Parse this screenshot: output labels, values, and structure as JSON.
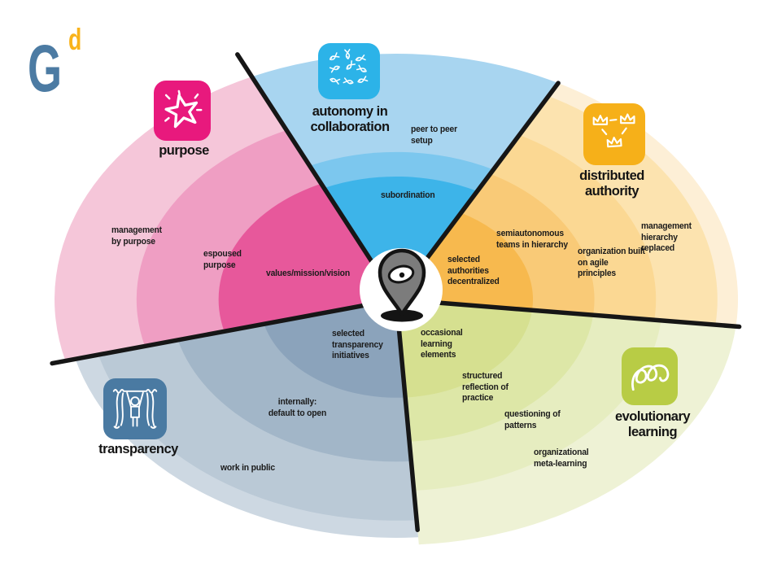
{
  "logo": {
    "letter": "G",
    "superscript": "d",
    "letter_color": "#4c7ba3",
    "superscript_color": "#f9b31b"
  },
  "center": {
    "icon": "location-pin",
    "pin_color": "#7c7c7c",
    "background": "#ffffff"
  },
  "sectors": [
    {
      "id": "purpose",
      "title": "purpose",
      "icon": "star-burst-icon",
      "tile_color": "#e8197d",
      "rings": [
        {
          "label": "values/mission/vision",
          "color": "#e7589b"
        },
        {
          "label": "espoused purpose",
          "color": "#ef9ec3"
        },
        {
          "label": "management by purpose",
          "color": "#f5c6d9"
        }
      ]
    },
    {
      "id": "autonomy-in-collaboration",
      "title": "autonomy in collaboration",
      "icon": "fish-school-icon",
      "tile_color": "#2cb3e8",
      "rings": [
        {
          "label": "subordination",
          "color": "#3db4e9"
        },
        {
          "label": "peer to peer setup",
          "color": "#a8d5f0"
        }
      ]
    },
    {
      "id": "distributed-authority",
      "title": "distributed authority",
      "icon": "three-crowns-icon",
      "tile_color": "#f6b019",
      "rings": [
        {
          "label": "selected authorities decentralized",
          "color": "#f7b94e"
        },
        {
          "label": "semiautonomous teams in hierarchy",
          "color": "#f9ca77"
        },
        {
          "label": "organization built on agile principles",
          "color": "#fbd893"
        },
        {
          "label": "management hierarchy replaced",
          "color": "#fce3af"
        }
      ]
    },
    {
      "id": "evolutionary-learning",
      "title": "evolutionary learning",
      "icon": "loops-icon",
      "tile_color": "#b8cc45",
      "rings": [
        {
          "label": "occasional learning elements",
          "color": "#d6e090"
        },
        {
          "label": "structured reflection of practice",
          "color": "#dde7a7"
        },
        {
          "label": "questioning of patterns",
          "color": "#e6edc0"
        },
        {
          "label": "organizational meta-learning",
          "color": "#eef2d5"
        }
      ]
    },
    {
      "id": "transparency",
      "title": "transparency",
      "icon": "open-curtains-icon",
      "tile_color": "#4a7aa2",
      "rings": [
        {
          "label": "selected transparency initiatives",
          "color": "#8ba3bb"
        },
        {
          "label": "internally: default to open",
          "color": "#a2b6c8"
        },
        {
          "label": "work in public",
          "color": "#bac9d6"
        }
      ]
    }
  ]
}
